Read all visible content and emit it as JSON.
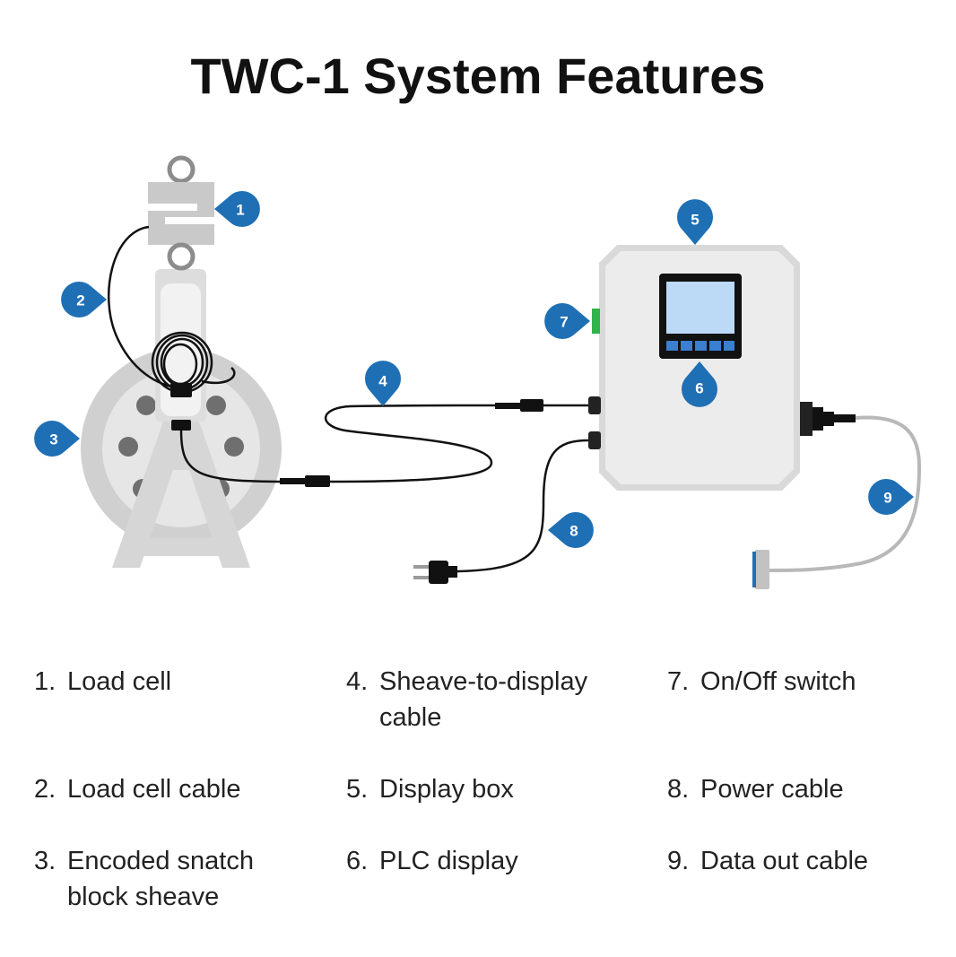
{
  "title": "TWC-1 System Features",
  "colors": {
    "marker": "#1f6fb5",
    "equipment_gray": "#d3d3d3",
    "box_fill": "#ececec",
    "screen": "#bcd9f5",
    "switch_green": "#2fb34a",
    "cable": "#111111",
    "data_cable": "#b8b8b8"
  },
  "markers": [
    {
      "id": "1",
      "target": "load-cell"
    },
    {
      "id": "2",
      "target": "load-cell-cable"
    },
    {
      "id": "3",
      "target": "sheave"
    },
    {
      "id": "4",
      "target": "sheave-to-display-cable"
    },
    {
      "id": "5",
      "target": "display-box"
    },
    {
      "id": "6",
      "target": "plc-display"
    },
    {
      "id": "7",
      "target": "on-off-switch"
    },
    {
      "id": "8",
      "target": "power-cable"
    },
    {
      "id": "9",
      "target": "data-out-cable"
    }
  ],
  "legend": [
    {
      "num": "1.",
      "lines": [
        "Load cell"
      ]
    },
    {
      "num": "2.",
      "lines": [
        "Load cell cable"
      ]
    },
    {
      "num": "3.",
      "lines": [
        "Encoded snatch",
        "block sheave"
      ]
    },
    {
      "num": "4.",
      "lines": [
        "Sheave-to-display",
        "cable"
      ]
    },
    {
      "num": "5.",
      "lines": [
        "Display box"
      ]
    },
    {
      "num": "6.",
      "lines": [
        "PLC display"
      ]
    },
    {
      "num": "7.",
      "lines": [
        "On/Off switch"
      ]
    },
    {
      "num": "8.",
      "lines": [
        "Power cable"
      ]
    },
    {
      "num": "9.",
      "lines": [
        "Data out cable"
      ]
    }
  ]
}
